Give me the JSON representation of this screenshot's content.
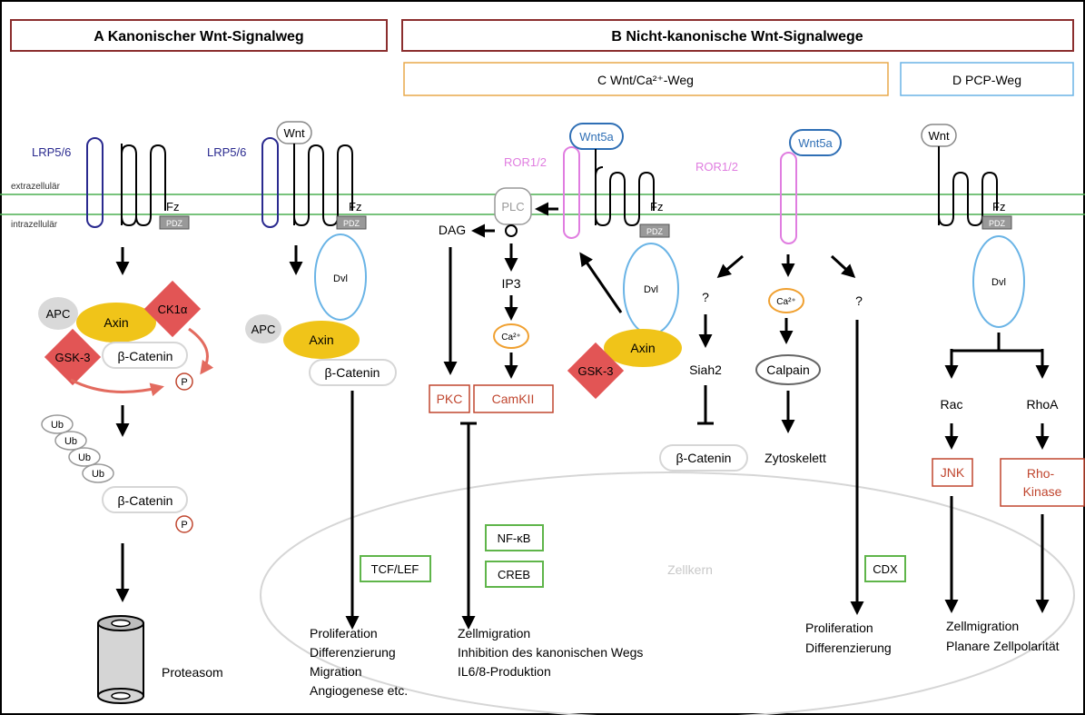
{
  "headers": {
    "a": "A   Kanonischer Wnt-Signalweg",
    "b": "B   Nicht-kanonische Wnt-Signalwege",
    "c": "C   Wnt/Ca²⁺-Weg",
    "d": "D   PCP-Weg"
  },
  "membrane": {
    "extracellular": "extrazellulär",
    "intracellular": "intrazellulär"
  },
  "proteins": {
    "lrp": "LRP5/6",
    "fz": "Fz",
    "pdz": "PDZ",
    "wnt": "Wnt",
    "wnt5a": "Wnt5a",
    "ror": "ROR1/2",
    "dvl": "Dvl",
    "apc": "APC",
    "axin": "Axin",
    "ck1a": "CK1α",
    "gsk3": "GSK-3",
    "bcat": "β-Catenin",
    "p": "P",
    "ub": "Ub",
    "proteasom": "Proteasom",
    "plc": "PLC",
    "dag": "DAG",
    "ip3": "IP3",
    "ca": "Ca²⁺",
    "pkc": "PKC",
    "camkii": "CamKII",
    "q": "?",
    "siah2": "Siah2",
    "calpain": "Calpain",
    "zytoskelett": "Zytoskelett",
    "rac": "Rac",
    "rhoa": "RhoA",
    "jnk": "JNK",
    "rho_kinase_1": "Rho-",
    "rho_kinase_2": "Kinase"
  },
  "nucleus": {
    "label": "Zellkern",
    "tcf": "TCF/LEF",
    "nfkb": "NF-κB",
    "creb": "CREB",
    "cdx": "CDX"
  },
  "outcomes": {
    "canonical": [
      "Proliferation",
      "Differenzierung",
      "Migration",
      "Angiogenese etc."
    ],
    "ca": [
      "Zellmigration",
      "Inhibition des kanonischen Wegs",
      "IL6/8-Produktion"
    ],
    "ror": [
      "Proliferation",
      "Differenzierung"
    ],
    "pcp": [
      "Zellmigration",
      "Planare Zellpolarität"
    ]
  },
  "colors": {
    "header_border": "#8b2e2e",
    "c_border": "#e8a84a",
    "d_border": "#6ab4e6",
    "lrp": "#2a2a8f",
    "ror": "#e07de0",
    "wnt5a": "#2f6fb5",
    "dvl": "#6ab4e6",
    "axin": "#f0c419",
    "red": "#e25555",
    "red_text": "#c0462f",
    "green": "#5fb54a",
    "membrane": "#4caf50",
    "ca_border": "#f0a030"
  }
}
